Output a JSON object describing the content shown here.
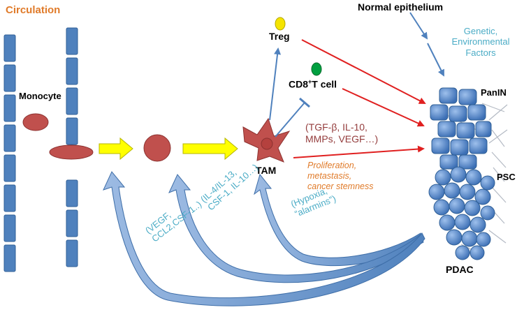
{
  "colors": {
    "cell_red": "#c0504d",
    "vessel_blue": "#4f81bd",
    "yellow_arrow": "#ffff00",
    "red_arrow": "#e02020",
    "blue_arrow": "#4f81bd",
    "treg_yellow": "#f5e400",
    "cd8_green": "#00a040",
    "stroma_grey": "#b4bac4",
    "label_orange": "#e07b2a",
    "label_teal": "#4bacc6",
    "label_maroon": "#943d3d"
  },
  "labels": {
    "circulation": "Circulation",
    "monocyte": "Monocyte",
    "treg": "Treg",
    "cd8": "CD8",
    "cd8_sup": "+",
    "cd8_tail": "T cell",
    "tam": "TAM",
    "normal_epithelium": "Normal epithelium",
    "factors": "Genetic,\nEnvironmental\nFactors",
    "panin": "PanIN",
    "psc": "PSC",
    "pdac": "PDAC",
    "tam_secretions": "(TGF-β, IL-10,\nMMPs, VEGF…)",
    "outcomes": "Proliferation,\nmetastasis,\ncancer stemness",
    "hypoxia": "(Hypoxia,\n“alarmins”)",
    "il4": "(IL-4/IL-13,\nCSF-1, IL-10…)",
    "vegf": "(VEGF,\nCCL2,CSF-1..)"
  },
  "icons": {
    "vessel": "blood-vessel-segment",
    "cell": "immune-cell",
    "tumor": "tumor-cell-cluster",
    "arrow": "arrow"
  }
}
